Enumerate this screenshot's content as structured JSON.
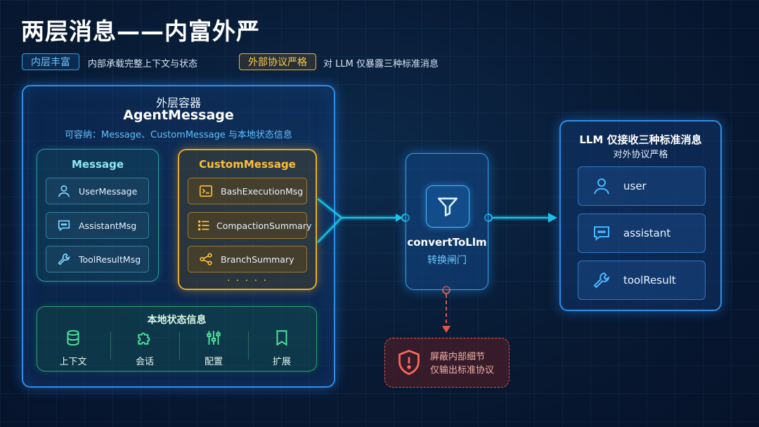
{
  "title": "两层消息——内富外严",
  "legend": {
    "inner_tag": "内层丰富",
    "inner_desc": "内部承载完整上下文与状态",
    "outer_tag": "外部协议严格",
    "outer_desc": "对 LLM 仅暴露三种标准消息"
  },
  "outer_container": {
    "title": "外层容器",
    "name": "AgentMessage",
    "subtitle": "可容纳：Message、CustomMessage 与本地状态信息"
  },
  "message": {
    "title": "Message",
    "items": [
      {
        "label": "UserMessage",
        "icon": "user-icon"
      },
      {
        "label": "AssistantMsg",
        "icon": "chat-icon"
      },
      {
        "label": "ToolResultMsg",
        "icon": "wrench-icon"
      }
    ]
  },
  "custom_message": {
    "title": "CustomMessage",
    "items": [
      {
        "label": "BashExecutionMsg",
        "icon": "terminal-icon"
      },
      {
        "label": "CompactionSummary",
        "icon": "list-icon"
      },
      {
        "label": "BranchSummary",
        "icon": "share-icon"
      }
    ],
    "more": "· · · · ·"
  },
  "local_state": {
    "title": "本地状态信息",
    "items": [
      {
        "label": "上下文",
        "icon": "database-icon"
      },
      {
        "label": "会话",
        "icon": "puzzle-icon"
      },
      {
        "label": "配置",
        "icon": "sliders-icon"
      },
      {
        "label": "扩展",
        "icon": "bookmark-icon"
      }
    ]
  },
  "gate": {
    "name": "convertToLlm",
    "label": "转换闸门",
    "icon": "filter-icon"
  },
  "warning": {
    "line1": "屏蔽内部细节",
    "line2": "仅输出标准协议",
    "icon": "shield-alert-icon"
  },
  "llm": {
    "title": "LLM 仅接收三种标准消息",
    "subtitle": "对外协议严格",
    "items": [
      {
        "label": "user",
        "icon": "user-icon"
      },
      {
        "label": "assistant",
        "icon": "chat-icon"
      },
      {
        "label": "toolResult",
        "icon": "wrench-icon"
      }
    ]
  },
  "colors": {
    "blue": "#2f8fe6",
    "cyan": "#19c6ea",
    "amber": "#e8a92a",
    "green": "#2e9f6a",
    "red": "#e0554a"
  }
}
